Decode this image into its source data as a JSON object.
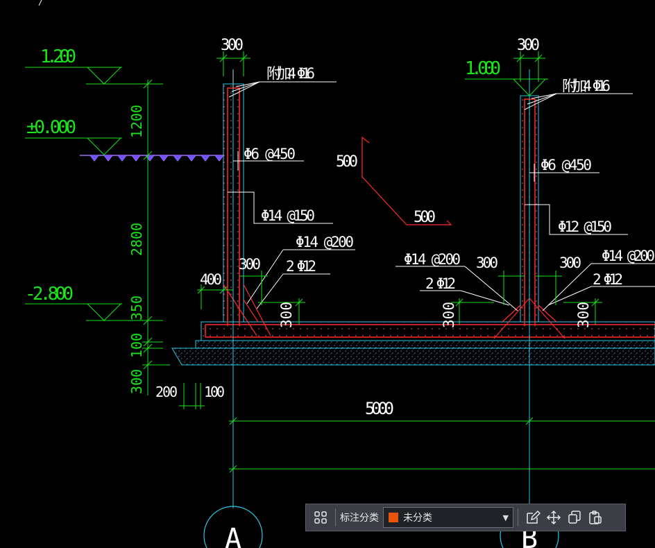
{
  "drawing": {
    "elevations": {
      "left_top": "1.200",
      "left_ground": "±0.000",
      "left_bottom": "-2.800",
      "right_top": "1.000"
    },
    "dimensions": {
      "wall_width_left": "300",
      "wall_width_right": "300",
      "vert_1200": "1200",
      "vert_2800": "2800",
      "vert_350": "350",
      "vert_100": "100",
      "vert_300": "300",
      "haunch_400": "400",
      "haunch_300_left_h": "300",
      "haunch_300_left_v": "300",
      "haunch_300_mid_v": "300",
      "haunch_300_mid_h": "300",
      "haunch_300_right_h": "300",
      "haunch_300_right_v": "300",
      "base_200": "200",
      "base_100": "100",
      "span_5000": "5000",
      "corner_500_a": "500",
      "corner_500_b": "500"
    },
    "rebar_labels": {
      "left_extra": "附加4 Φ16",
      "left_dist": "Φ6 @450",
      "left_main": "Φ14 @150",
      "left_haunch": "Φ14 @200",
      "left_2phi12": "2 Φ12",
      "right_extra": "附加4 Φ16",
      "right_dist": "Φ6 @450",
      "right_main": "Φ12 @150",
      "mid_haunch": "Φ14 @200",
      "mid_2phi12": "2 Φ12",
      "right_haunch": "Φ14 @200",
      "right_2phi12": "2 Φ12"
    },
    "axis_labels": {
      "axis_a": "A",
      "axis_b": "B"
    }
  },
  "toolbar": {
    "label": "标注分类",
    "selected_category": "未分类",
    "swatch_color": "#e8540c",
    "icons": [
      "grid-icon",
      "edit-icon",
      "move-icon",
      "copy-icon",
      "paste-icon"
    ]
  }
}
